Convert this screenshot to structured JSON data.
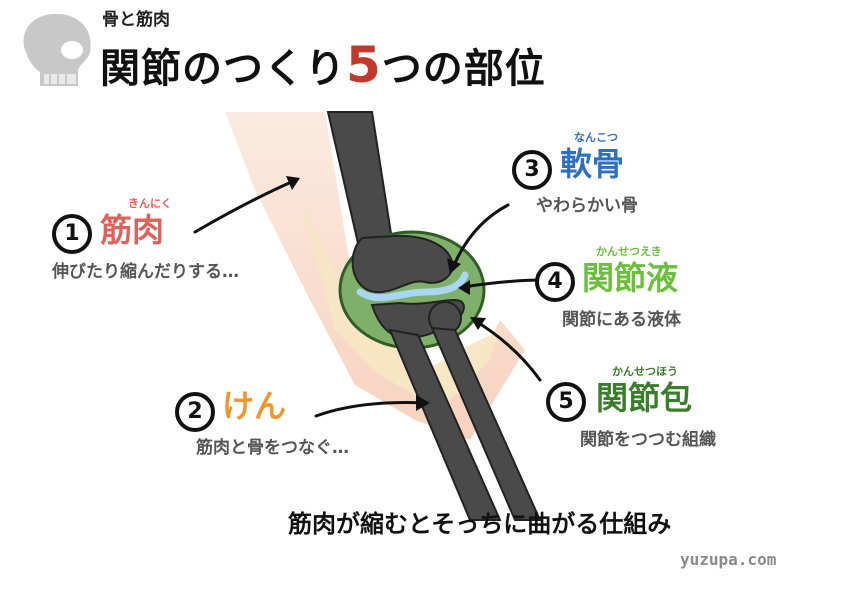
{
  "header": {
    "subtitle": "骨と筋肉",
    "title_part1": "関節のつくり",
    "title_number": "5",
    "title_part2": "つの部位"
  },
  "parts": [
    {
      "number": "①",
      "ruby": "きんにく",
      "name": "筋肉",
      "desc": "伸びたり縮んだりする…",
      "color": "#e0605a"
    },
    {
      "number": "②",
      "ruby": "",
      "name": "けん",
      "desc": "筋肉と骨をつなぐ…",
      "color": "#f0962a"
    },
    {
      "number": "③",
      "ruby": "なんこつ",
      "name": "軟骨",
      "desc": "やわらかい骨",
      "color": "#2f6fc0"
    },
    {
      "number": "④",
      "ruby": "かんせつえき",
      "name": "関節液",
      "desc": "関節にある液体",
      "color": "#6cbf3a"
    },
    {
      "number": "⑤",
      "ruby": "かんせつほう",
      "name": "関節包",
      "desc": "関節をつつむ組織",
      "color": "#3a7d2a"
    }
  ],
  "footer": {
    "caption": "筋肉が縮むとそっちに曲がる仕組み"
  },
  "site": {
    "label": "yuzupa.com"
  },
  "colors": {
    "muscle": "#f7d8c8",
    "tendon": "#f7e6c4",
    "bone": "#444444",
    "capsule": "#7fb069",
    "fluid": "#a9d6f5",
    "accent_red": "#c0392b"
  }
}
